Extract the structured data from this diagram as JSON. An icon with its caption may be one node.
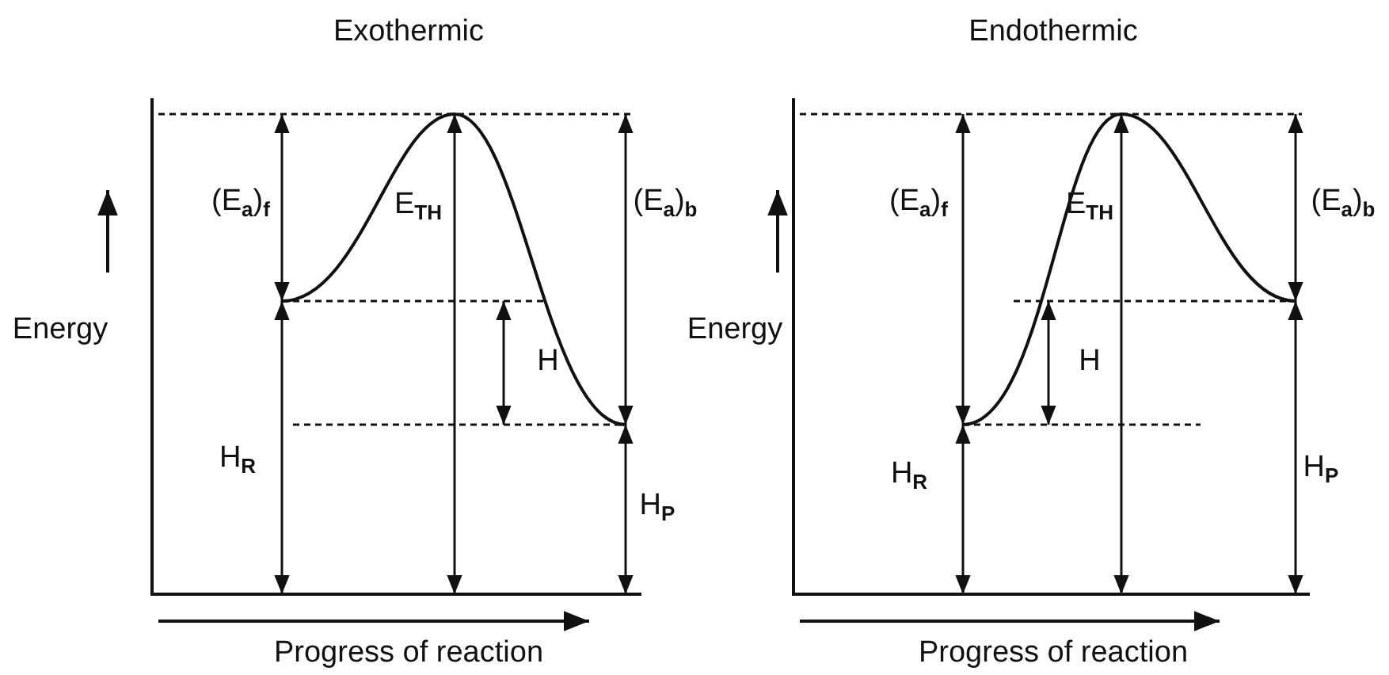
{
  "diagram": {
    "labels": [
      "Exothermic",
      "Endothermic",
      "(E$_{a}$)$_{f}$",
      "E$_{TH}$",
      "(E$_{a}$)$_{b}$",
      "(E$_{a}$)$_{f}$",
      "E$_{TH}$",
      "(E$_{a}$)$_{b}$",
      "Energy",
      "H",
      "Energy",
      "H",
      "H$_{R}$",
      "H$_{P}$",
      "H$_{R}$",
      "H$_{P}$",
      "Progress of reaction",
      "Progress of reaction"
    ]
  }
}
